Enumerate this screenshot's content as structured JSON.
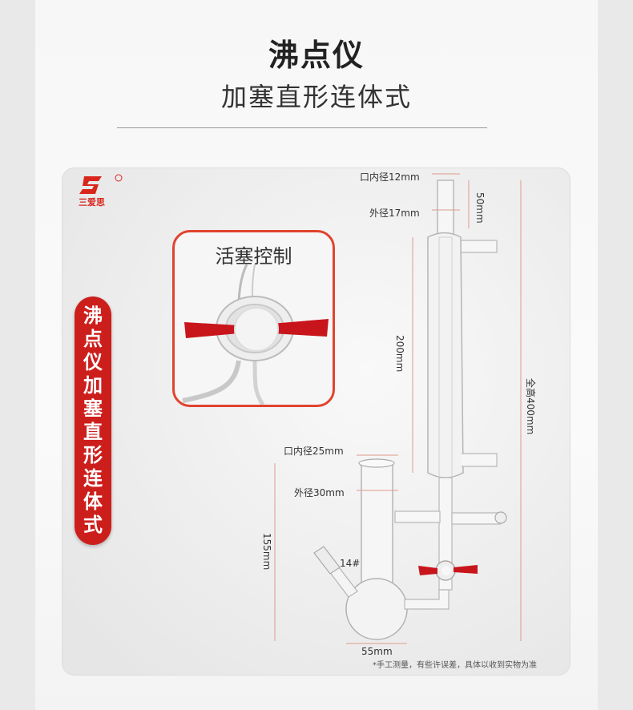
{
  "header": {
    "title": "沸点仪",
    "subtitle": "加塞直形连体式"
  },
  "brand": {
    "name": "三爱思",
    "registered_mark": "®"
  },
  "side_badge": {
    "text": "沸点仪 加塞直形连体式"
  },
  "inset": {
    "label": "活塞控制"
  },
  "dimensions": {
    "top_inner_diameter": "口内径12mm",
    "top_outer_diameter": "外径17mm",
    "top_length": "50mm",
    "condenser_length": "200mm",
    "total_height": "全高400mm",
    "flask_inner_diameter": "口内径25mm",
    "flask_outer_diameter": "外径30mm",
    "flask_height": "155mm",
    "joint_size": "14#",
    "bulb_diameter": "55mm"
  },
  "note": "*手工测量，有些许误差，具体以收到实物为准",
  "colors": {
    "brand_red": "#cc1f1c",
    "inset_border": "#e1432f",
    "stopcock_red": "#c8151b"
  }
}
